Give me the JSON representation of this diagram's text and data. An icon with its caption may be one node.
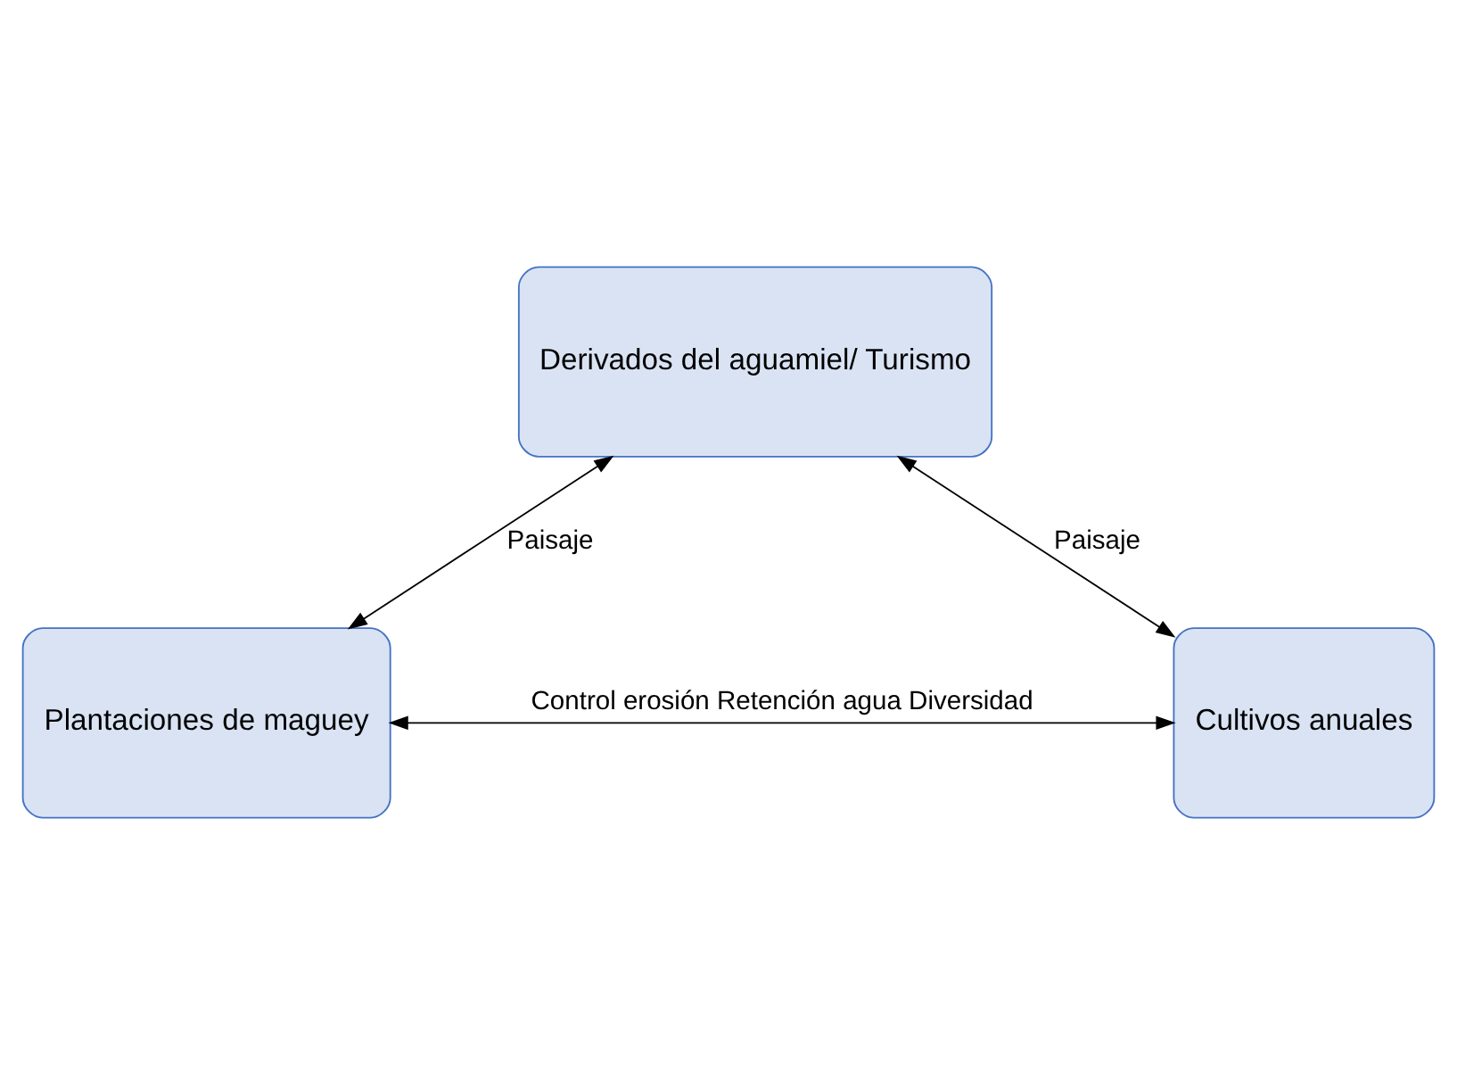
{
  "diagram": {
    "nodes": [
      {
        "text": [
          "Derivados del aguamiel/ Turismo"
        ]
      },
      {
        "text": [
          "Plantaciones de maguey"
        ]
      },
      {
        "text": [
          "Cultivos anuales"
        ]
      }
    ],
    "edges": [
      {
        "from": 0,
        "to": 1,
        "arrow": "both",
        "label": "Paisaje"
      },
      {
        "from": 0,
        "to": 2,
        "arrow": "both",
        "label": "Paisaje"
      },
      {
        "from": 1,
        "to": 2,
        "arrow": "both",
        "label": "Control erosión Retención agua Diversidad"
      }
    ]
  }
}
